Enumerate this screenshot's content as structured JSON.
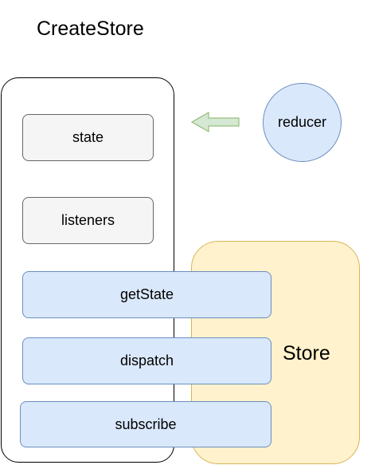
{
  "diagram": {
    "title": "CreateStore",
    "store_label": "Store",
    "nodes": {
      "state": "state",
      "listeners": "listeners",
      "getState": "getState",
      "dispatch": "dispatch",
      "subscribe": "subscribe",
      "reducer": "reducer"
    }
  },
  "colors": {
    "gray_fill": "#f5f5f5",
    "gray_stroke": "#666666",
    "blue_fill": "#dae8fc",
    "blue_stroke": "#6c8ebf",
    "yellow_fill": "#fff2cc",
    "yellow_stroke": "#d6b656",
    "green_fill": "#d5e8d4",
    "green_stroke": "#82b366"
  }
}
